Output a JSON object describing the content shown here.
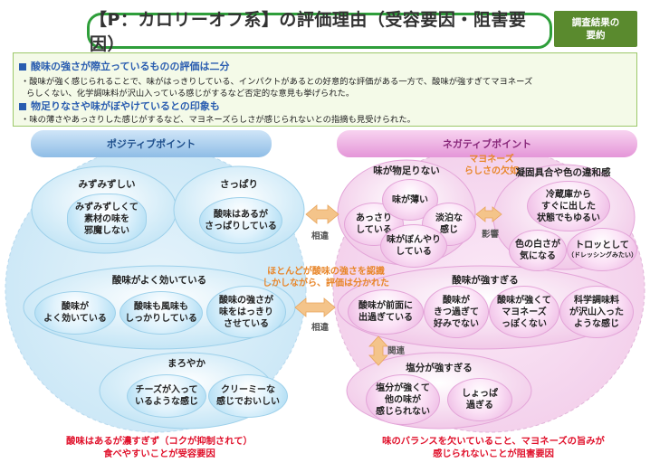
{
  "title": "【P：カロリーオフ系】の評価理由（受容要因・阻害要因）",
  "badge": {
    "line1": "調査結果の",
    "line2": "要約"
  },
  "summary": {
    "heading1": "酸味の強さが際立っているものの評価は二分",
    "text1a": "・酸味が強く感じられることで、味がはっきりしている、インパクトがあるとの好意的な評価がある一方で、酸味が強すぎてマヨネーズ",
    "text1b": "らしくない、化学調味料が沢山入っている感じがするなど否定的な意見も挙げられた。",
    "heading2": "物足りなさや味がぼやけているとの印象も",
    "text2": "・味の薄さやあっさりした感じがするなど、マヨネーズらしさが感じられないとの指摘も見受けられた。"
  },
  "positive": {
    "header": "ポジティブポイント",
    "mizumizu": {
      "title": "みずみずしい",
      "item": [
        "みずみずしくて",
        "素材の味を",
        "邪魔しない"
      ]
    },
    "sappari": {
      "title": "さっぱり",
      "item": [
        "酸味はあるが",
        "さっぱりしている"
      ]
    },
    "sanmi": {
      "title": "酸味がよく効いている",
      "items": [
        [
          "酸味が",
          "よく効いている"
        ],
        [
          "酸味も風味も",
          "しっかりしている"
        ],
        [
          "酸味の強さが",
          "味をはっきり",
          "させている"
        ]
      ]
    },
    "maroyaka": {
      "title": "まろやか",
      "items": [
        [
          "チーズが入って",
          "いるような感じ"
        ],
        [
          "クリーミーな",
          "感じでおいしい"
        ]
      ]
    },
    "conclusion": {
      "line1": "酸味はあるが濃すぎず（コクが抑制されて）",
      "line2": "食べやすいことが受容要因"
    }
  },
  "negative": {
    "header": "ネガティブポイント",
    "mayo_label": {
      "line1": "マヨネーズ",
      "line2": "らしさの欠如"
    },
    "monotarinai": {
      "title": "味が物足りない",
      "items": [
        [
          "あっさり",
          "している"
        ],
        [
          "味が薄い"
        ],
        [
          "淡泊な",
          "感じ"
        ],
        [
          "味がぼんやり",
          "している"
        ]
      ]
    },
    "iwakan": {
      "title": "凝固具合や色の違和感",
      "items": [
        [
          "冷蔵庫から",
          "すぐに出した",
          "状態でもゆるい"
        ],
        [
          "色の白さが",
          "気になる"
        ],
        [
          "トロッとして",
          "（ドレッシングみたい）"
        ]
      ]
    },
    "tsuyosugiru": {
      "title": "酸味が強すぎる",
      "items": [
        [
          "酸味が前面に",
          "出過ぎている"
        ],
        [
          "酸味が",
          "きつ過ぎて",
          "好みでない"
        ],
        [
          "酸味が強くて",
          "マヨネーズ",
          "っぽくない"
        ],
        [
          "科学調味料",
          "が沢山入った",
          "ような感じ"
        ]
      ]
    },
    "enbun": {
      "title": "塩分が強すぎる",
      "items": [
        [
          "塩分が強くて",
          "他の味が",
          "感じられない"
        ],
        [
          "しょっぱ",
          "過ぎる"
        ]
      ]
    },
    "conclusion": {
      "line1": "味のバランスを欠いていること、マヨネーズの旨みが",
      "line2": "感じられないことが阻害要因"
    }
  },
  "connectors": {
    "sotai1": "相違",
    "sotai2": "相違",
    "eikyo": "影響",
    "kanren": "関連",
    "middle": {
      "line1": "ほとんどが酸味の強さを認識",
      "line2": "しかしながら、評価は分かれた"
    }
  },
  "colors": {
    "positive": "#8fbde6",
    "negative": "#e496d8",
    "accent": "#e8862a",
    "conclusion": "#e0112b",
    "frame": "#2e9e3a"
  }
}
